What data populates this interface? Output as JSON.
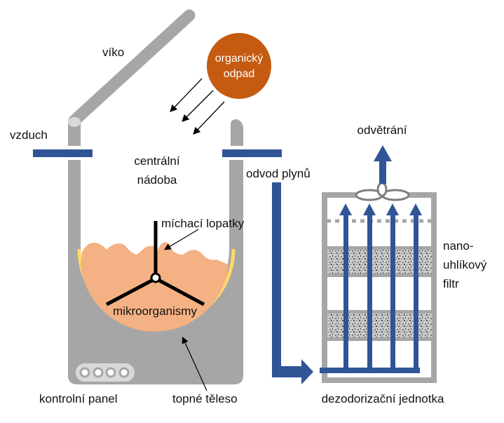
{
  "title": "Schéma kompostéru organického odpadu s dezodorizační jednotkou",
  "colors": {
    "vessel_gray": "#a6a6a6",
    "lid_hinge": "#d9d9d9",
    "pipe_blue": "#2f5597",
    "waste_orange": "#c55a11",
    "compost_peach": "#f4b183",
    "heater_yellow": "#ffd966",
    "paddle_black": "#000000",
    "text": "#111111"
  },
  "labels": {
    "lid": "víko",
    "air": "vzduch",
    "organic_waste_line1": "organický",
    "organic_waste_line2": "odpad",
    "central_vessel_line1": "centrální",
    "central_vessel_line2": "nádoba",
    "gas_outlet": "odvod plynů",
    "ventilation": "odvětrání",
    "mixing_paddles": "míchací lopatky",
    "microorganisms": "mikroorganismy",
    "control_panel": "kontrolní panel",
    "heating_element": "topné těleso",
    "filter_line1": "nano-",
    "filter_line2": "uhlíkový",
    "filter_line3": "filtr",
    "deodorization_unit": "dezodorizační jednotka"
  },
  "components": {
    "control_panel_buttons": 4,
    "filter_layers": 2,
    "upflow_arrows": 4,
    "waste_drop_arrows": 3,
    "mixing_paddle_blades": 3
  }
}
